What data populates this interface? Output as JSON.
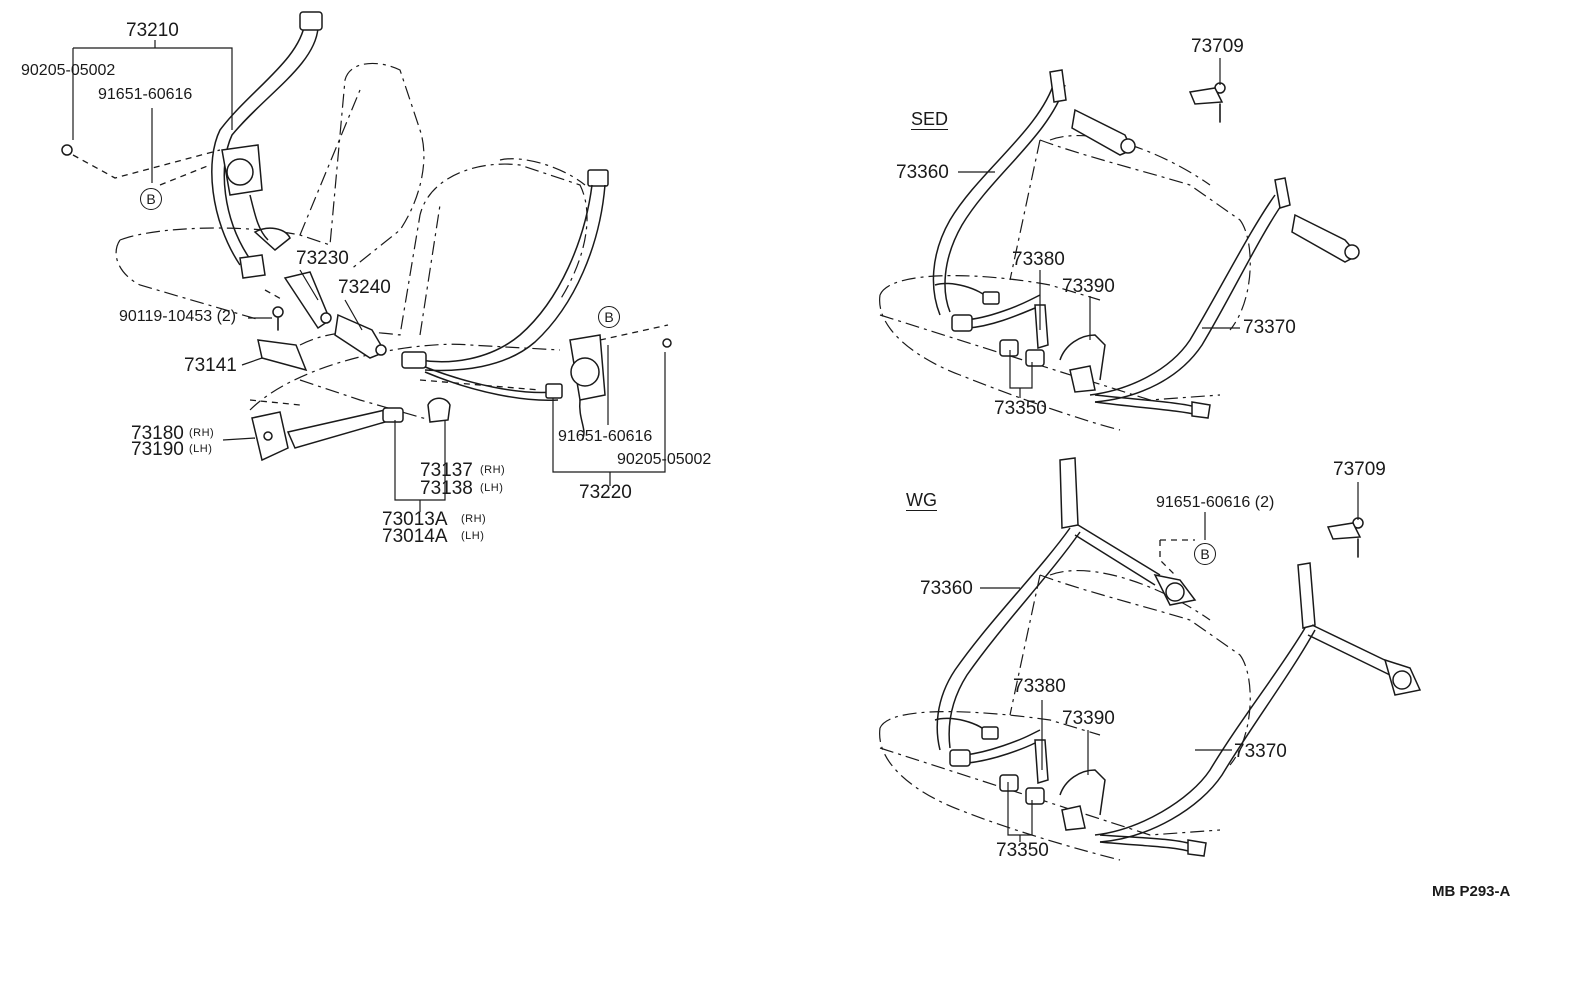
{
  "diagram": {
    "code": "MB  P293-A",
    "section_sedan": "SED",
    "section_wagon": "WG",
    "circle_marker": "B",
    "labels": {
      "p73210": "73210",
      "p90205_tl": "90205-05002",
      "p91651_tl": "91651-60616",
      "p73230": "73230",
      "p73240": "73240",
      "p90119": "90119-10453 (2)",
      "p73141": "73141",
      "p73180": "73180",
      "p73190": "73190",
      "p73137": "73137",
      "p73138": "73138",
      "p73013a": "73013A",
      "p73014a": "73014A",
      "p91651_mid": "91651-60616",
      "p90205_mid": "90205-05002",
      "p73220": "73220",
      "rh": "(RH)",
      "lh": "(LH)",
      "sed_73709": "73709",
      "sed_73360": "73360",
      "sed_73380": "73380",
      "sed_73390": "73390",
      "sed_73370": "73370",
      "sed_73350": "73350",
      "wg_73709": "73709",
      "wg_91651": "91651-60616 (2)",
      "wg_73360": "73360",
      "wg_73380": "73380",
      "wg_73390": "73390",
      "wg_73370": "73370",
      "wg_73350": "73350"
    }
  }
}
